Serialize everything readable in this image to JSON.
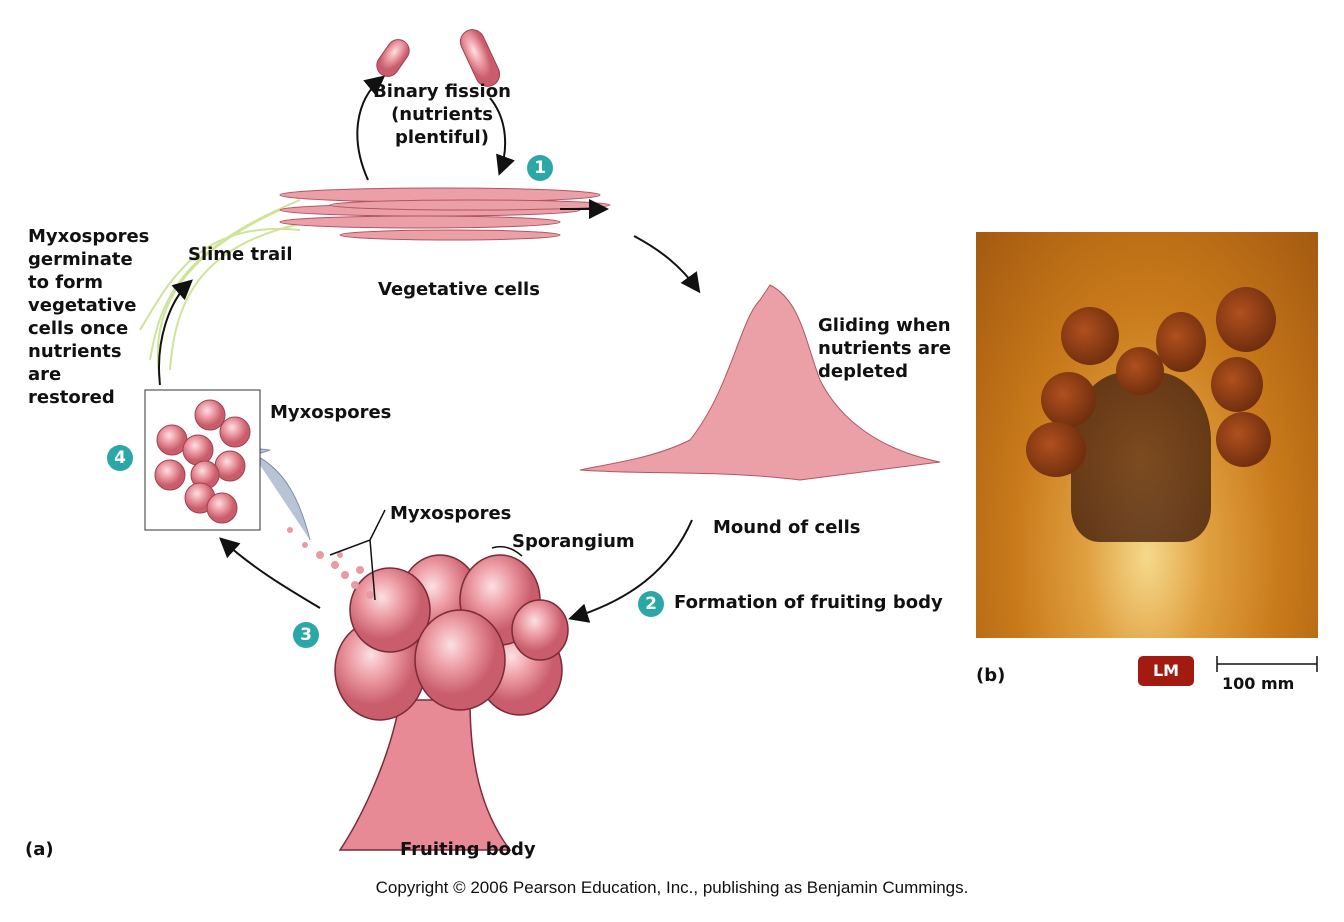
{
  "panel_a": {
    "label": "(a)",
    "binary_fission": "Binary fission (nutrients plentiful)",
    "slime_trail": "Slime trail",
    "vegetative_cells": "Vegetative cells",
    "gliding": "Gliding when nutrients are depleted",
    "mound": "Mound of cells",
    "formation": "Formation of fruiting body",
    "myxospores_box": "Myxospores",
    "myxospores_pointer": "Myxospores",
    "sporangium": "Sporangium",
    "fruiting_body": "Fruiting body",
    "germinate": "Myxospores germinate to form vegetative cells once nutrients are restored",
    "steps": [
      "1",
      "2",
      "3",
      "4"
    ]
  },
  "panel_b": {
    "label": "(b)",
    "badge": "LM",
    "scale": "100 mm"
  },
  "copyright": "Copyright © 2006 Pearson Education, Inc., publishing as Benjamin Cummings.",
  "colors": {
    "teal": "#2aa7a6",
    "pink": "#e8959c",
    "badge": "#a31b10"
  }
}
